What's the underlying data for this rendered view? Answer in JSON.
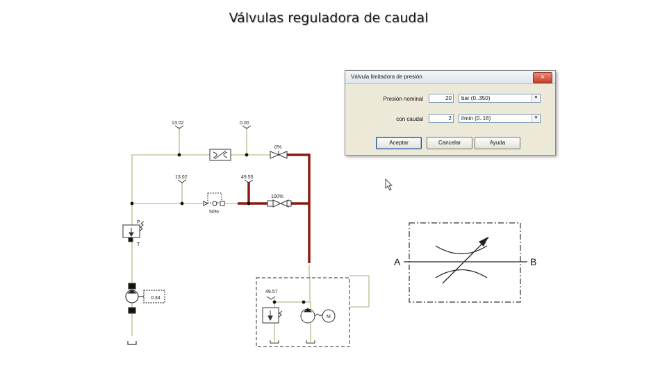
{
  "slide": {
    "title": "Válvulas reguladora de caudal"
  },
  "circuit": {
    "gauges": [
      "13.02",
      "0.00",
      "13.02",
      "49.55",
      "49.57",
      "0.34"
    ],
    "flow_valve_top": "0%",
    "flow_valve_mid": "100%",
    "throttle_setting": "50%",
    "relief_ports": [
      "P",
      "T"
    ],
    "motor_label": "M",
    "colors": {
      "hydraulic_line": "#c6c8a0",
      "pressurized_line": "#8b1a10",
      "drawing": "#333333"
    }
  },
  "dialog": {
    "title": "Válvula limitadora de presión",
    "close_glyph": "×",
    "nominal_pressure_label": "Presión nominal",
    "nominal_pressure_value": "20",
    "nominal_pressure_unit": "bar  (0..350)",
    "flow_label": "con caudal",
    "flow_value": "2",
    "flow_unit": "l/min  (0..16)",
    "buttons": {
      "accept": "Aceptar",
      "cancel": "Cancelar",
      "help": "Ayuda"
    }
  },
  "symbol": {
    "port_a": "A",
    "port_b": "B"
  }
}
